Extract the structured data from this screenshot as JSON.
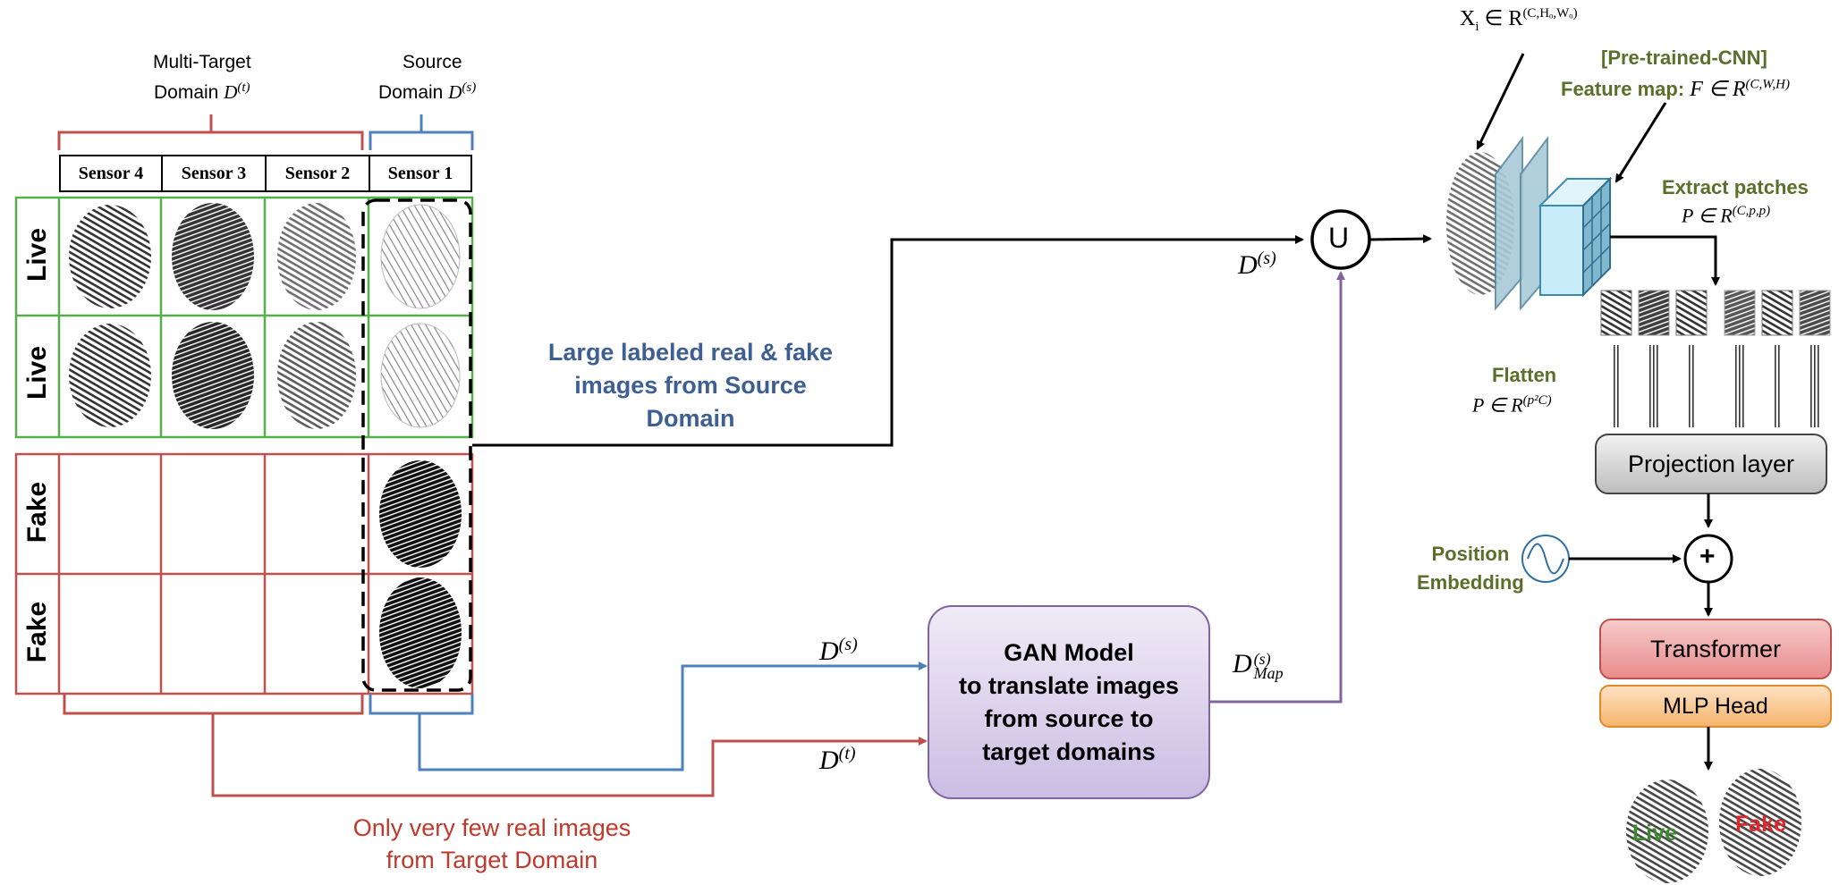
{
  "labels": {
    "multi_target": [
      "Multi-Target",
      "Domain "
    ],
    "multi_target_math": "D",
    "multi_target_sup": "(t)",
    "source": [
      "Source",
      "Domain "
    ],
    "source_math": "D",
    "source_sup": "(s)"
  },
  "sensors": [
    "Sensor 4",
    "Sensor 3",
    "Sensor 2",
    "Sensor 1"
  ],
  "rows": [
    "Live",
    "Live",
    "Fake",
    "Fake"
  ],
  "source_text": [
    "Large labeled real & fake",
    "images from Source",
    "Domain"
  ],
  "target_text": [
    "Only very few real images",
    "from Target Domain"
  ],
  "gan_text": [
    "GAN Model",
    "to translate images",
    "from source to",
    "target domains"
  ],
  "math": {
    "d": "D",
    "ds_sup": "(s)",
    "dt_sup": "(t)",
    "map_sub": "Map",
    "union": "U",
    "plus": "+"
  },
  "pipeline": {
    "xi": "X",
    "xi_sub": "i",
    "xi_rest": " ∈ R",
    "xi_sup": "(C,Hₒ,Wₒ)",
    "pretrained": "[Pre-trained-CNN]",
    "feature_map": "Feature map: ",
    "feature_math": "F ∈ R",
    "feature_sup": "(C,W,H)",
    "extract": "Extract patches",
    "extract_math": "P ∈ R",
    "extract_sup": "(C,p,p)",
    "flatten": "Flatten",
    "flatten_math": "P ∈ R",
    "flatten_sup": "(p²C)",
    "projection": "Projection layer",
    "position": [
      "Position",
      "Embedding"
    ],
    "transformer": "Transformer",
    "mlp": "MLP Head",
    "out_live": "Live",
    "out_fake": "Fake"
  },
  "colors": {
    "red": "#c0504d",
    "blue": "#4f81bd",
    "green": "#55b04a",
    "purple": "#8064a2",
    "text_blue": "#3e5f94",
    "text_green": "#5a6f2a",
    "text_red": "#c0392b"
  }
}
